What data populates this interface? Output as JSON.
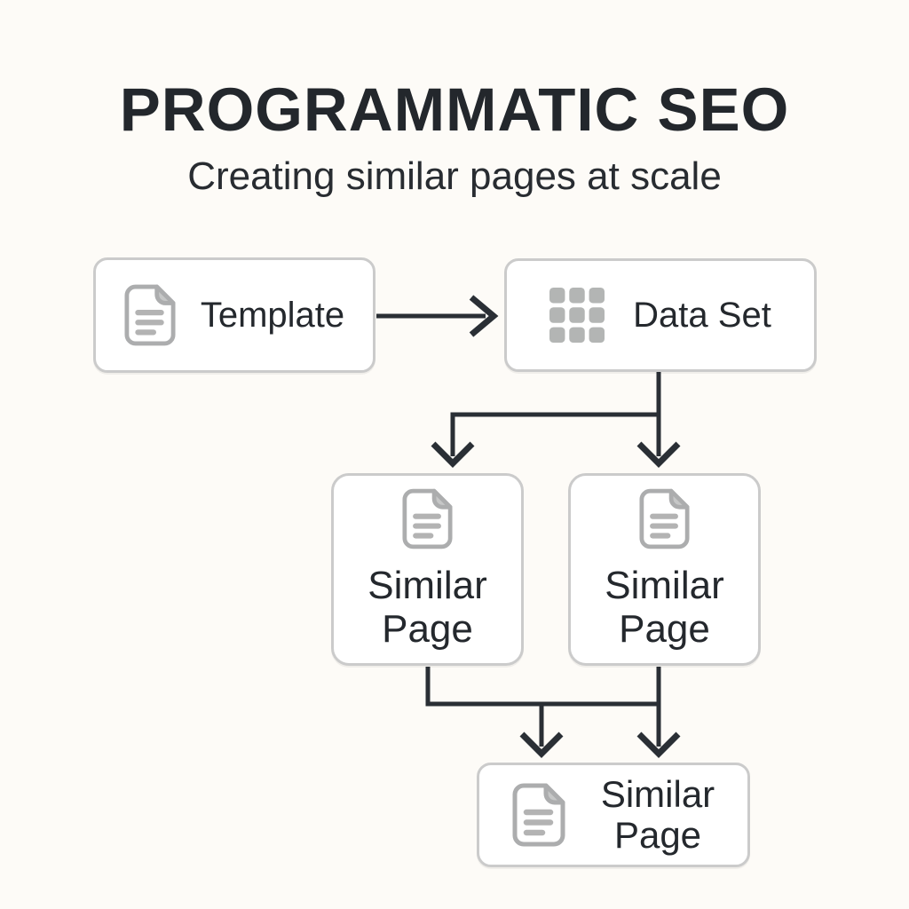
{
  "header": {
    "title": "PROGRAMMATIC SEO",
    "subtitle": "Creating similar pages at scale"
  },
  "colors": {
    "background": "#FDFBF7",
    "node_fill": "#FFFFFF",
    "node_border": "#CBCBCB",
    "text_dark": "#24282D",
    "connector": "#2A2F35",
    "icon_stroke": "#ACADAE",
    "icon_fold_fill": "#C6C7C7",
    "icon_line": "#B3B3B3",
    "grid_square": "#B3B5B4"
  },
  "nodes": {
    "template": {
      "label": "Template",
      "icon": "document-icon"
    },
    "data_set": {
      "label": "Data Set",
      "icon": "data-grid-icon"
    },
    "similar_page_left": {
      "line1": "Similar",
      "line2": "Page",
      "icon": "document-icon"
    },
    "similar_page_right": {
      "line1": "Similar",
      "line2": "Page",
      "icon": "document-icon"
    },
    "similar_page_bottom": {
      "line1": "Similar",
      "line2": "Page",
      "icon": "document-icon"
    }
  },
  "connectors": [
    "template-to-dataset",
    "dataset-to-similar-left",
    "dataset-to-similar-right",
    "similar-pages-to-bottom-left-arrow",
    "similar-pages-to-bottom-right-arrow"
  ]
}
